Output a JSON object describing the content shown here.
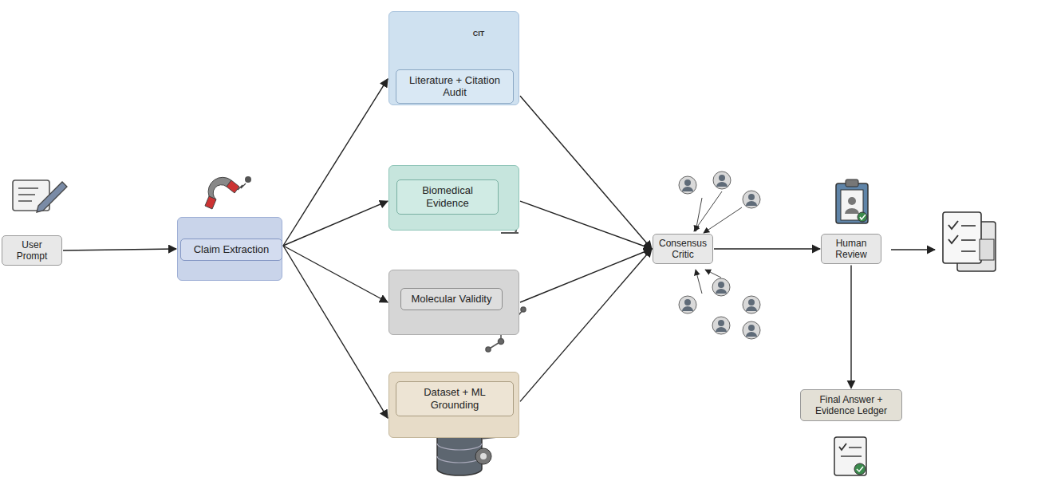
{
  "diagram": {
    "nodes": [
      {
        "text": [
          "User Prompt"
        ]
      },
      {
        "text": [
          "Claim Extraction"
        ]
      },
      {
        "text": [
          "Literature + Citation Audit"
        ]
      },
      {
        "text": [
          "Biomedical Evidence"
        ]
      },
      {
        "text": [
          "Molecular Validity"
        ]
      },
      {
        "text": [
          "Dataset + ML Grounding"
        ]
      },
      {
        "text": [
          "Consensus Critic"
        ]
      },
      {
        "text": [
          "Human Review"
        ]
      },
      {
        "text": [
          "Final Answer + Evidence Ledger"
        ]
      }
    ],
    "edges": [
      {
        "from": 0,
        "to": 1,
        "arrow": "to"
      },
      {
        "from": 1,
        "to": 2,
        "arrow": "to"
      },
      {
        "from": 1,
        "to": 3,
        "arrow": "to"
      },
      {
        "from": 1,
        "to": 4,
        "arrow": "to"
      },
      {
        "from": 1,
        "to": 5,
        "arrow": "to"
      },
      {
        "from": 2,
        "to": 6,
        "arrow": "to"
      },
      {
        "from": 3,
        "to": 6,
        "arrow": "to"
      },
      {
        "from": 4,
        "to": 6,
        "arrow": "to"
      },
      {
        "from": 5,
        "to": 6,
        "arrow": "to"
      },
      {
        "from": 6,
        "to": 7,
        "arrow": "to"
      },
      {
        "from": 7,
        "to": 8,
        "arrow": "to"
      }
    ],
    "labels": [
      "CIT"
    ]
  }
}
